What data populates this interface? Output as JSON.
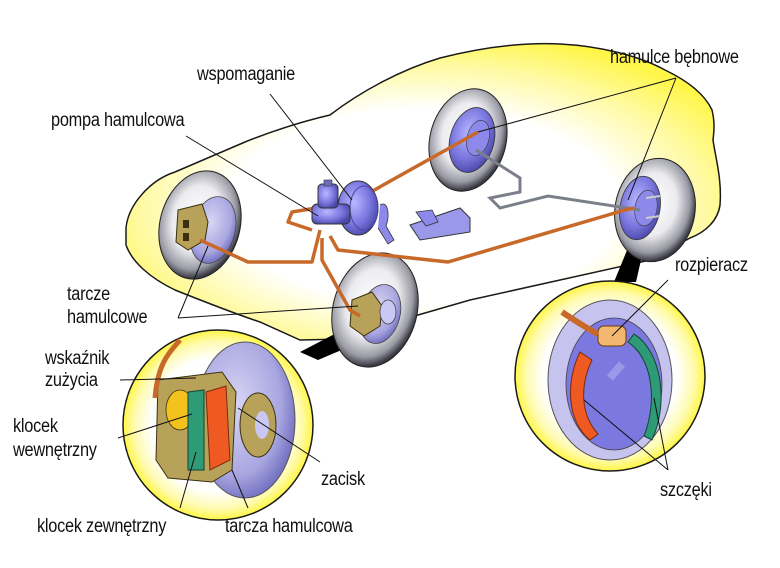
{
  "diagram": {
    "colors": {
      "car_body": "#fff645",
      "car_outline": "#1a1a1a",
      "brake_line": "#c8692a",
      "parking_cable": "#7a7f8a",
      "metal_blue": "#7b78e0",
      "caliper": "#b8a25a",
      "tire_light": "#f2f2f4",
      "tire_dark": "#55555e",
      "pad_green": "#2f9a76",
      "pad_orange": "#ee5a22",
      "leader_line": "#111111",
      "background": "#ffffff"
    },
    "labels": {
      "booster": "wspomaganie",
      "master_cylinder": "pompa hamulcowa",
      "drum_brakes": "hamulce bębnowe",
      "brake_discs_line1": "tarcze",
      "brake_discs_line2": "hamulcowe",
      "wear_indicator_line1": "wskaźnik",
      "wear_indicator_line2": "zużycia",
      "inner_pad_line1": "klocek",
      "inner_pad_line2": "wewnętrzny",
      "caliper": "zacisk",
      "outer_pad": "klocek zewnętrzny",
      "brake_disc": "tarcza hamulcowa",
      "wheel_cylinder": "rozpieracz",
      "brake_shoes": "szczęki"
    }
  }
}
